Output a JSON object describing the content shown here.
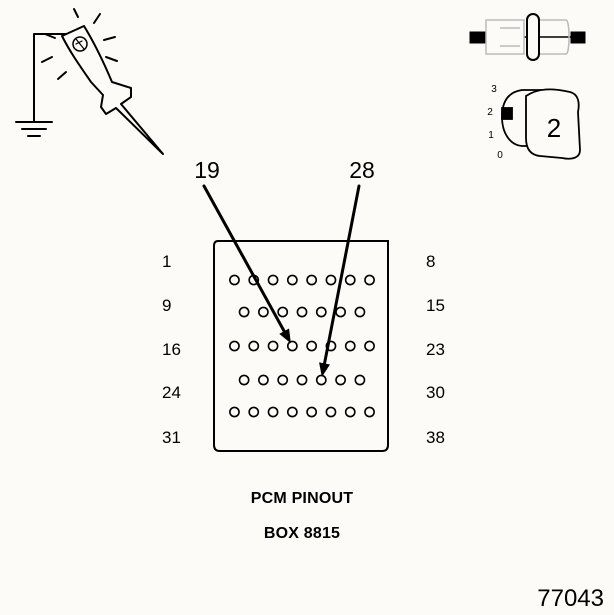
{
  "diagram": {
    "callouts": [
      {
        "label": "19",
        "pin": 19
      },
      {
        "label": "28",
        "pin": 28
      }
    ],
    "pin_rows": [
      {
        "left": "1",
        "right": "8",
        "first": 1,
        "last": 8
      },
      {
        "left": "9",
        "right": "15",
        "first": 9,
        "last": 15
      },
      {
        "left": "16",
        "right": "23",
        "first": 16,
        "last": 23
      },
      {
        "left": "24",
        "right": "30",
        "first": 24,
        "last": 30
      },
      {
        "left": "31",
        "right": "38",
        "first": 31,
        "last": 38
      }
    ],
    "ignition_positions": [
      "3",
      "2",
      "1",
      "0"
    ],
    "key_position": "2"
  },
  "captions": {
    "title": "PCM PINOUT",
    "subtitle": "BOX 8815",
    "figure_number": "77043"
  }
}
